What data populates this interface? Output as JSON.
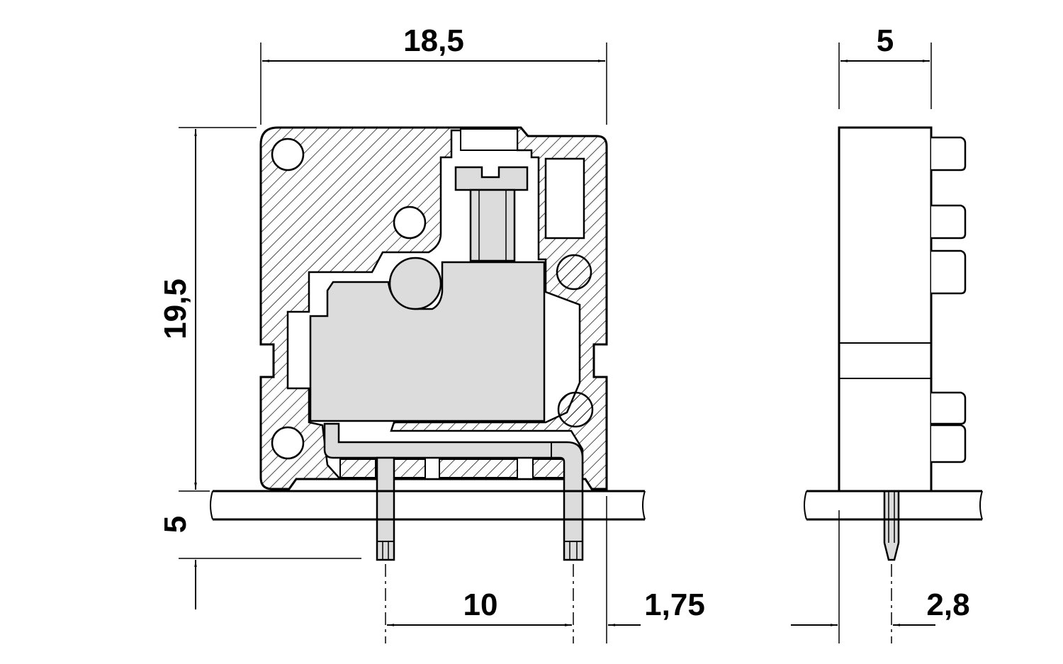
{
  "drawing": {
    "front_view": {
      "width_label": "18,5",
      "height_label": "19,5",
      "pcb_thickness_label": "5",
      "pin_pitch_label": "10",
      "edge_offset_label": "1,75"
    },
    "side_view": {
      "width_label": "5",
      "pin_offset_label": "2,8"
    },
    "colors": {
      "line": "#000000",
      "insert_fill": "#dcdcdc",
      "hatch": "#000000",
      "background": "#ffffff"
    }
  }
}
